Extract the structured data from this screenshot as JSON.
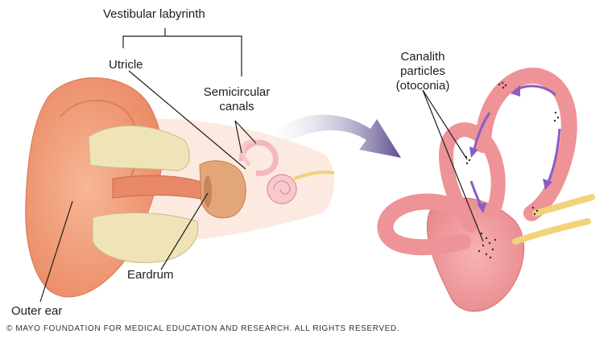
{
  "labels": {
    "vestibular": "Vestibular labyrinth",
    "utricle": "Utricle",
    "semicircular_1": "Semicircular",
    "semicircular_2": "canals",
    "canalith_1": "Canalith",
    "canalith_2": "particles",
    "canalith_3": "(otoconia)",
    "eardrum": "Eardrum",
    "outer_ear": "Outer ear"
  },
  "copyright": "© MAYO FOUNDATION FOR MEDICAL EDUCATION AND RESEARCH. ALL RIGHTS RESERVED.",
  "colors": {
    "ear_skin": "#f5a27f",
    "bone": "#efe4b8",
    "labyrinth": "#f0949a",
    "flow_arrow": "#8a5cc4",
    "transfer_arrow": "#6b5a9a",
    "nerve": "#f2d27a"
  }
}
